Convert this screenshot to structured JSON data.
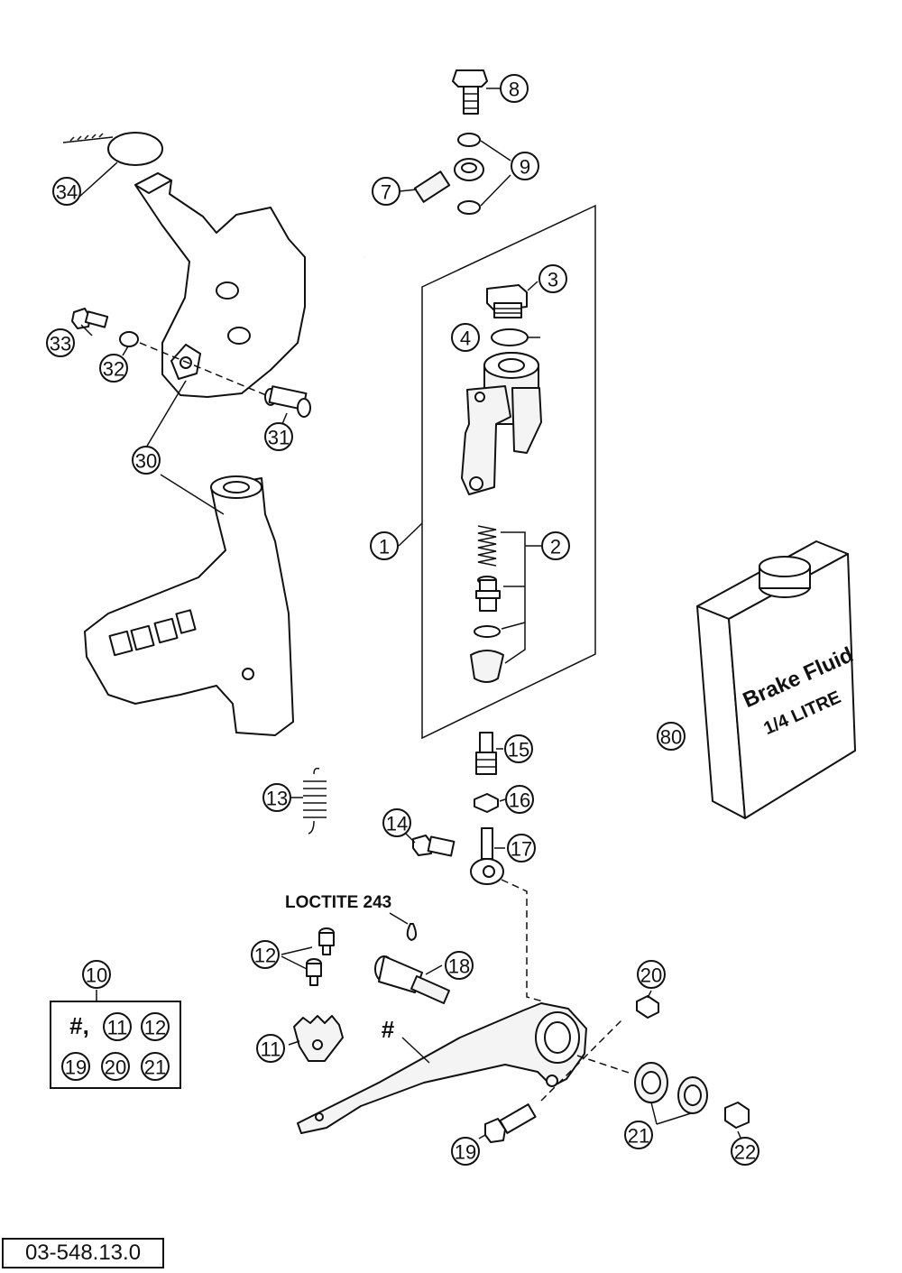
{
  "document_id": "03-548.13.0",
  "loctite_label": "LOCTITE 243",
  "hash_mark": "#",
  "can_label": {
    "line1": "Brake Fluid",
    "line2": "1/4 LITRE"
  },
  "kit": {
    "title": "10",
    "prefix": "#,",
    "items": [
      "11",
      "12",
      "19",
      "20",
      "21"
    ]
  },
  "callouts": {
    "p1": "1",
    "p2": "2",
    "p3": "3",
    "p4": "4",
    "p7": "7",
    "p8": "8",
    "p9": "9",
    "p11": "11",
    "p12": "12",
    "p13": "13",
    "p14": "14",
    "p15": "15",
    "p16": "16",
    "p17": "17",
    "p18": "18",
    "p19": "19",
    "p20": "20",
    "p21": "21",
    "p22": "22",
    "p30": "30",
    "p31": "31",
    "p32": "32",
    "p33": "33",
    "p34": "34",
    "p80": "80"
  }
}
